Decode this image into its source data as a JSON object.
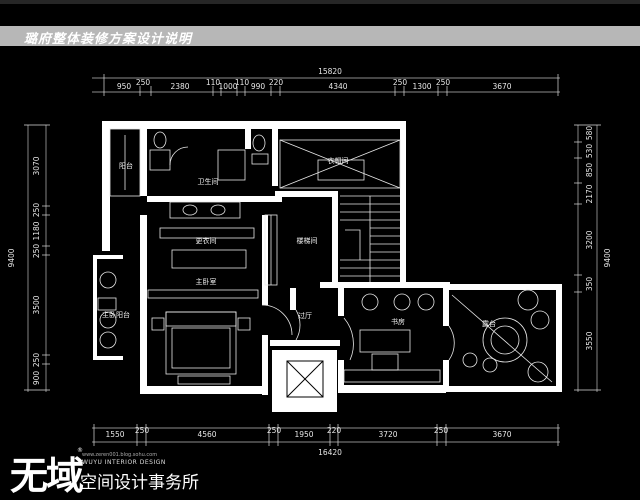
{
  "title": "璐府整体装修方案设计说明",
  "dims_top": {
    "total": "15820",
    "segments": [
      "950",
      "250",
      "2380",
      "110",
      "1000",
      "110",
      "990",
      "220",
      "4340",
      "250",
      "1300",
      "250",
      "3670"
    ]
  },
  "dims_bottom": {
    "total": "16420",
    "segments": [
      "1550",
      "250",
      "4560",
      "250",
      "1950",
      "220",
      "3720",
      "250",
      "3670"
    ]
  },
  "dims_left": {
    "total": "9400",
    "segments": [
      "3070",
      "250",
      "1180",
      "250",
      "3500",
      "250",
      "900"
    ]
  },
  "dims_right": {
    "total": "9400",
    "segments": [
      "580",
      "530",
      "850",
      "2170",
      "3200",
      "350",
      "3550"
    ]
  },
  "rooms": {
    "bathroom": "卫生间",
    "storage": "衣帽间",
    "balcony_small": "阳台",
    "dressing": "更衣间",
    "stairwell": "楼梯间",
    "master_bedroom": "主卧室",
    "master_balcony": "主卧阳台",
    "corridor": "过厅",
    "study": "书房",
    "terrace": "露台"
  },
  "logo": {
    "mark": "无域",
    "registered": "®",
    "url": "www.zeren001.blog.sohu.com",
    "english": "WUYU INTERIOR DESIGN",
    "chinese": "空间设计事务所"
  },
  "colors": {
    "background": "#000000",
    "title_bar": "#b7b7b7",
    "walls": "#ffffff"
  }
}
